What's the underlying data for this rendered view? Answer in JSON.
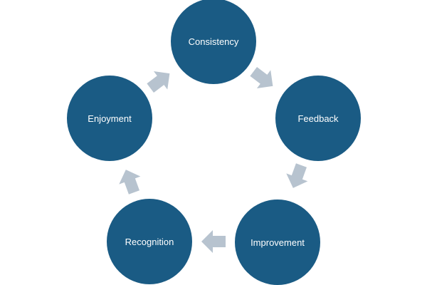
{
  "diagram": {
    "nodes": [
      {
        "id": "consistency",
        "label": "Consistency"
      },
      {
        "id": "feedback",
        "label": "Feedback"
      },
      {
        "id": "improvement",
        "label": "Improvement"
      },
      {
        "id": "recognition",
        "label": "Recognition"
      },
      {
        "id": "enjoyment",
        "label": "Enjoyment"
      }
    ],
    "colors": {
      "node_fill": "#1a5b84",
      "node_text": "#ffffff",
      "arrow_fill": "#b7c3cf"
    },
    "flow": "clockwise-cycle"
  }
}
